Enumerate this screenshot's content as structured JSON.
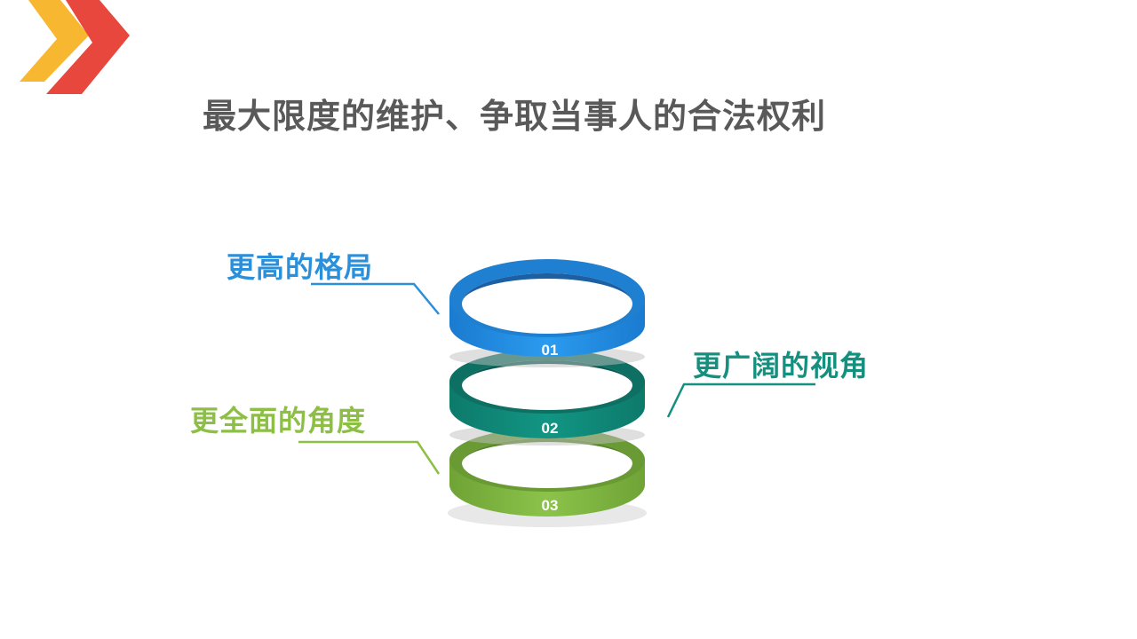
{
  "title": "最大限度的维护、争取当事人的合法权利",
  "rings": [
    {
      "number": "01",
      "label": "更高的格局",
      "color": "#2196e8",
      "dark": "#1c5fa3",
      "mid": "#1f7fd0"
    },
    {
      "number": "02",
      "label": "更广阔的视角",
      "color": "#129583",
      "dark": "#0b5d55",
      "mid": "#0f7a6d"
    },
    {
      "number": "03",
      "label": "更全面的角度",
      "color": "#8bc34a",
      "dark": "#5a8a2c",
      "mid": "#74a93a"
    }
  ],
  "logo": {
    "colors": [
      "#f7b731",
      "#e8473d"
    ]
  }
}
